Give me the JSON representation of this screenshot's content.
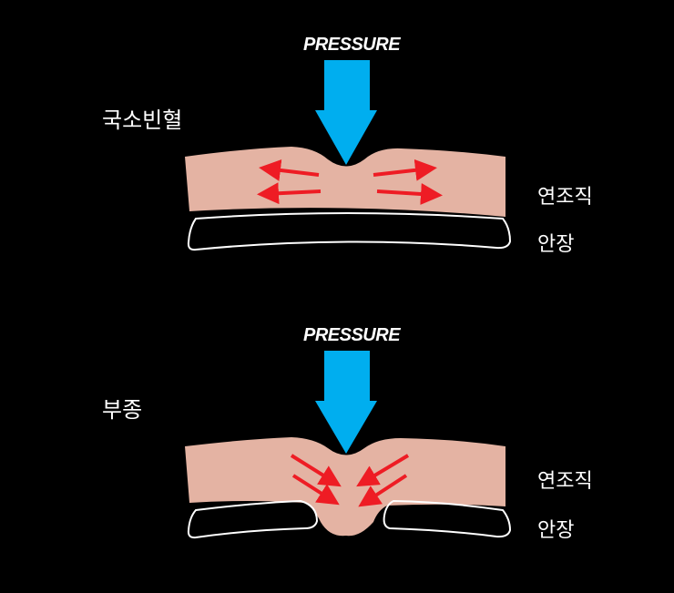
{
  "colors": {
    "tissue": "#e4b3a3",
    "pressure_arrow": "#00aeef",
    "force_arrow": "#ee1c24",
    "saddle_stroke": "#ffffff",
    "background": "#000000"
  },
  "panels": [
    {
      "title": "국소빈혈",
      "pressure_label": "PRESSURE",
      "tissue_label": "연조직",
      "saddle_label": "안장"
    },
    {
      "title": "부종",
      "pressure_label": "PRESSURE",
      "tissue_label": "연조직",
      "saddle_label": "안장"
    }
  ]
}
